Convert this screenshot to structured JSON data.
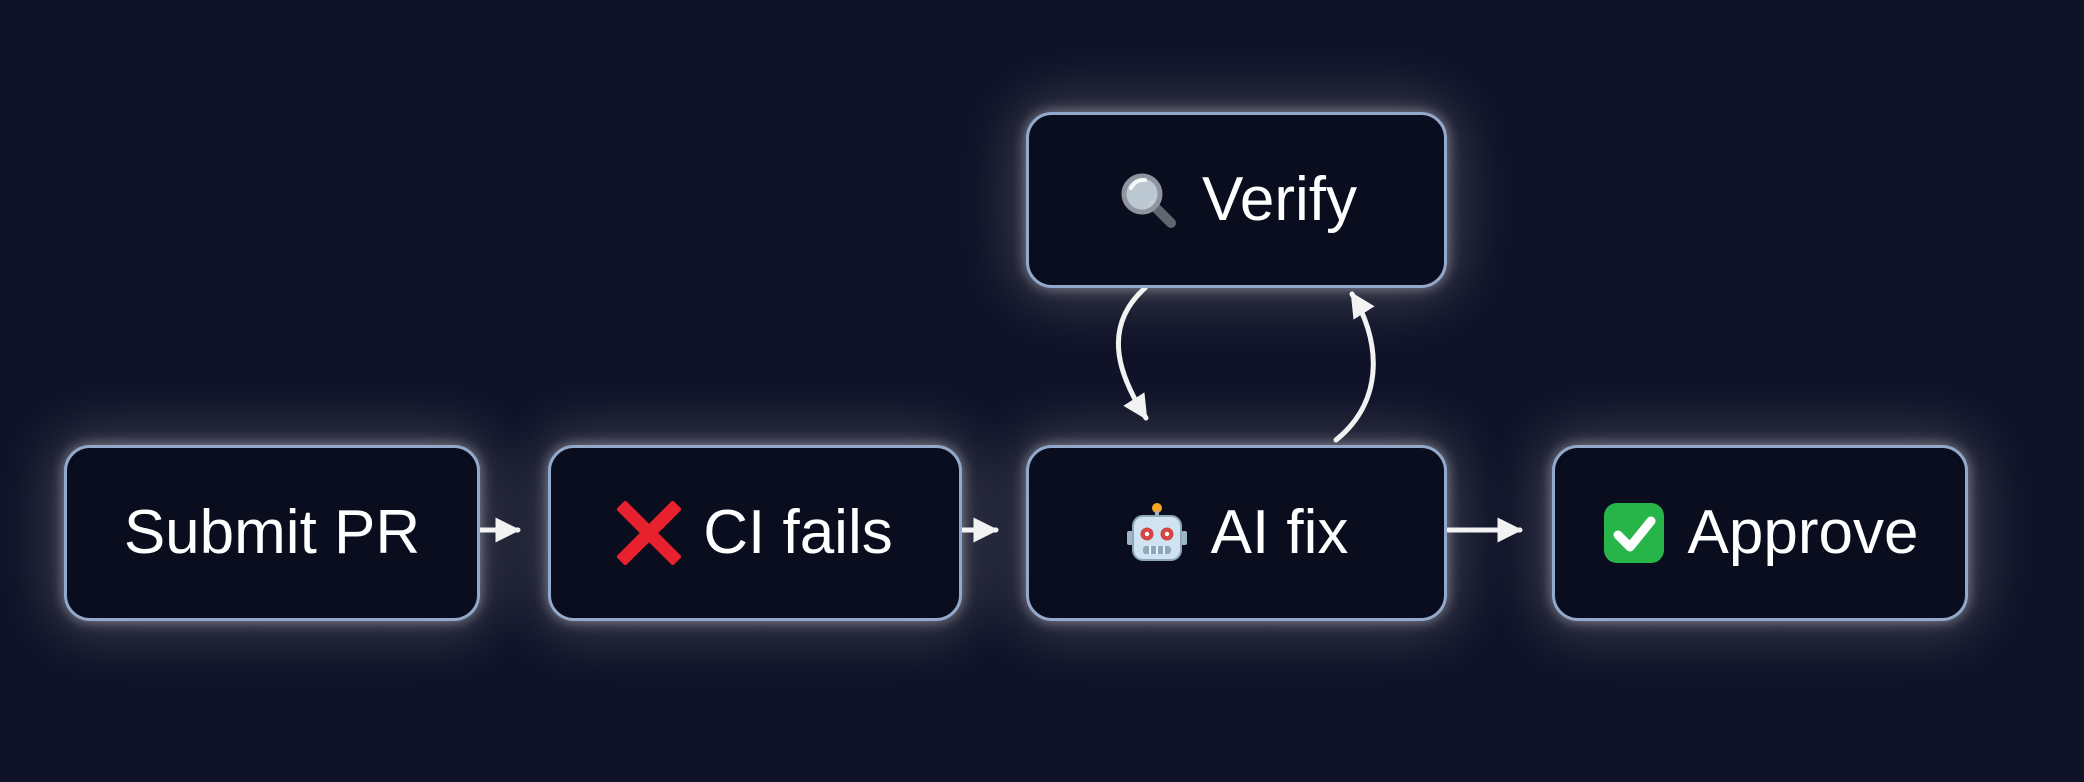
{
  "diagram": {
    "background_color": "#101328",
    "node_fill_color": "#0a0d1d",
    "node_border_color": "#93a9cc",
    "arrow_color": "#f2f2f2",
    "text_color": "#ffffff",
    "nodes": [
      {
        "id": "submit-pr",
        "label": "Submit PR",
        "icon": null
      },
      {
        "id": "ci-fails",
        "label": "CI fails",
        "icon": "cross-mark-icon"
      },
      {
        "id": "ai-fix",
        "label": "AI fix",
        "icon": "robot-icon"
      },
      {
        "id": "approve",
        "label": "Approve",
        "icon": "check-mark-icon"
      },
      {
        "id": "verify",
        "label": "Verify",
        "icon": "magnifier-icon"
      }
    ],
    "edges": [
      {
        "from": "submit-pr",
        "to": "ci-fails",
        "style": "straight"
      },
      {
        "from": "ci-fails",
        "to": "ai-fix",
        "style": "straight"
      },
      {
        "from": "ai-fix",
        "to": "approve",
        "style": "straight"
      },
      {
        "from": "verify",
        "to": "ai-fix",
        "style": "curved"
      },
      {
        "from": "ai-fix",
        "to": "verify",
        "style": "curved"
      }
    ]
  }
}
